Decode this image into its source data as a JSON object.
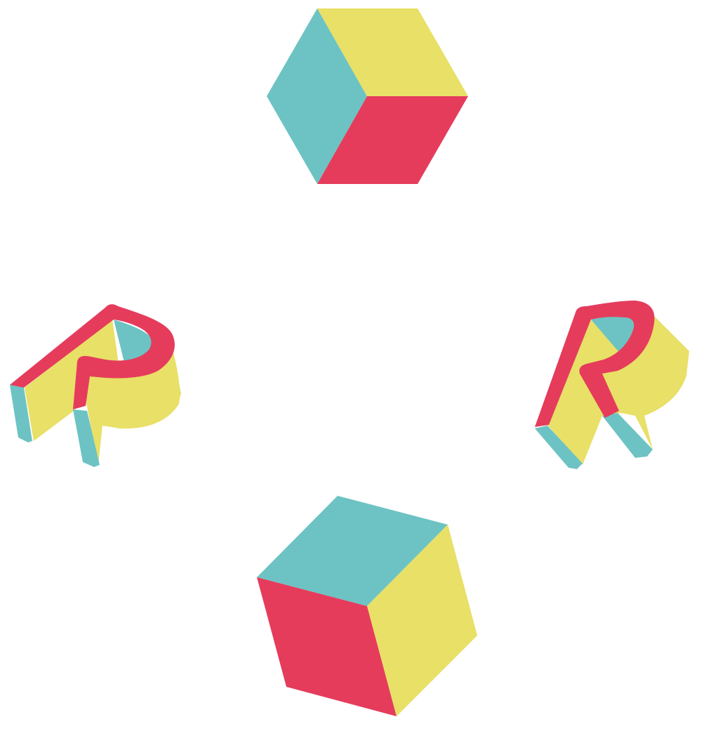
{
  "palette": {
    "teal": "#6dc3c3",
    "yellow": "#e8e067",
    "red": "#e53c5c",
    "background": "#ffffff"
  },
  "shapes": [
    {
      "name": "top-cube",
      "kind": "cube"
    },
    {
      "name": "left-letter-p",
      "kind": "3d-letter",
      "letter": "P"
    },
    {
      "name": "right-letter-r",
      "kind": "3d-letter",
      "letter": "R"
    },
    {
      "name": "bottom-cube",
      "kind": "cube"
    }
  ]
}
